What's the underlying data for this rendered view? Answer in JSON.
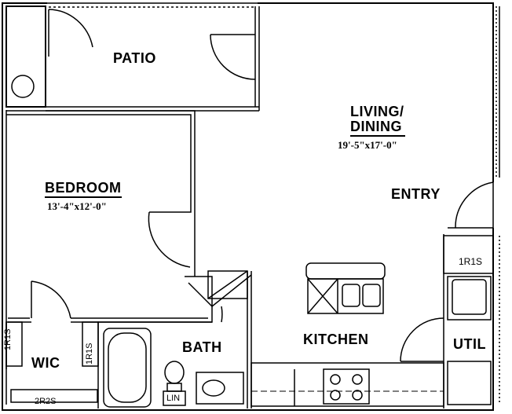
{
  "rooms": {
    "patio": "PATIO",
    "living": "LIVING/",
    "dining": "DINING",
    "living_dim": "19'-5\"x17'-0\"",
    "bedroom": "BEDROOM",
    "bedroom_dim": "13'-4\"x12'-0\"",
    "entry": "ENTRY",
    "kitchen": "KITCHEN",
    "bath": "BATH",
    "wic": "WIC",
    "util": "UTIL"
  },
  "tags": {
    "closet_1r1s": "1R1S",
    "wic_left": "1R1S",
    "wic_right": "1R1S",
    "wic_bottom": "2R2S",
    "linen": "LIN"
  }
}
